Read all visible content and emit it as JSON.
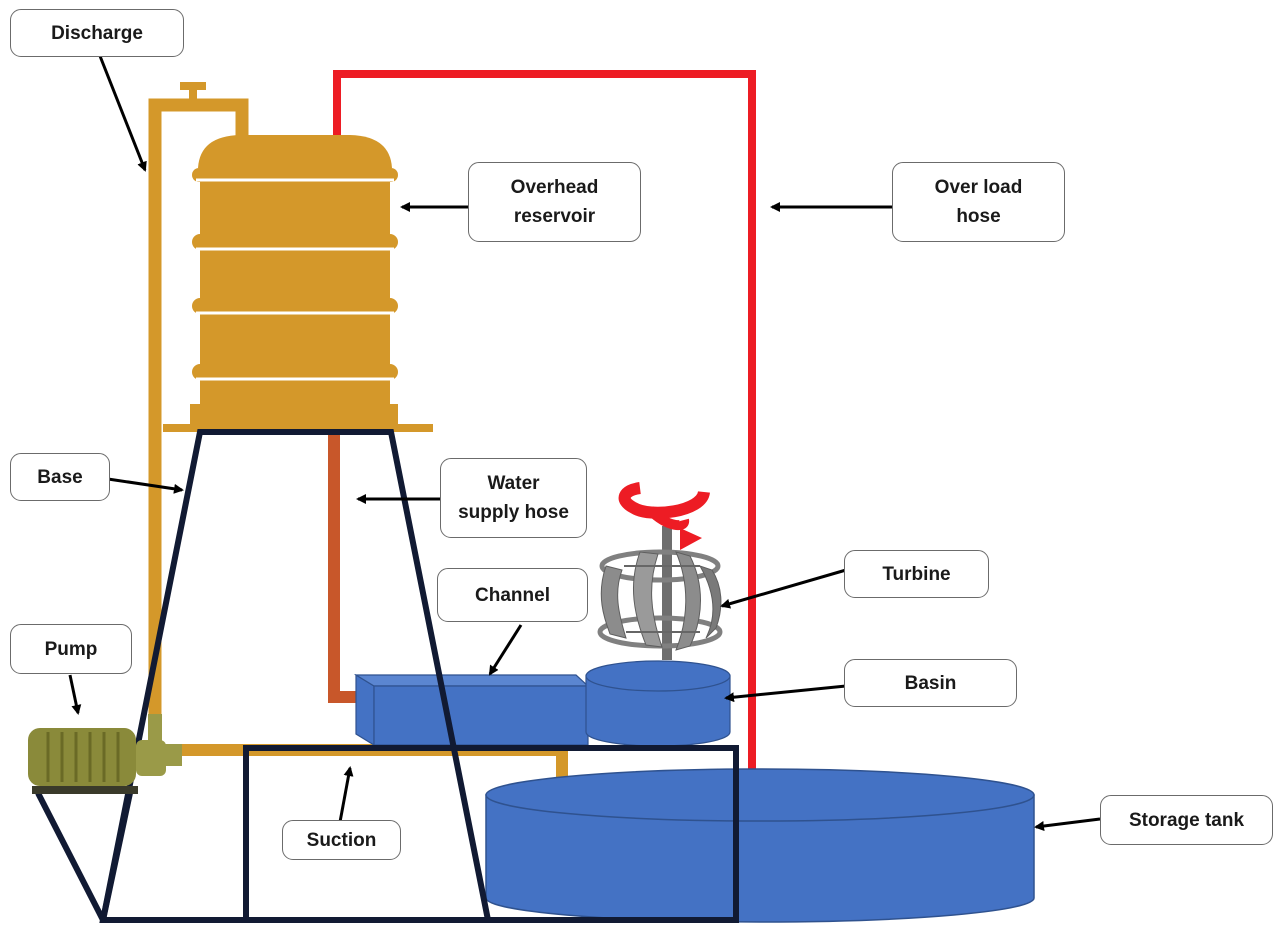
{
  "colors": {
    "pipe": "#D4982A",
    "tank_body": "#D4982A",
    "tank_band": "#ffffff",
    "overload_hose": "#ED1C24",
    "supply_hose": "#C8572A",
    "water_blue": "#4472C4",
    "water_edge": "#2F528F",
    "frame": "#111a33",
    "turbine": "#7f7f7f",
    "arrow": "#000000",
    "pump": "#8a8a3a"
  },
  "labels": {
    "discharge": "Discharge",
    "overhead_reservoir": [
      "Overhead",
      "reservoir"
    ],
    "over_load_hose": [
      "Over load",
      "hose"
    ],
    "base": "Base",
    "water_supply_hose": [
      "Water",
      "supply hose"
    ],
    "channel": "Channel",
    "turbine": "Turbine",
    "pump": "Pump",
    "basin": "Basin",
    "suction": "Suction",
    "storage_tank": "Storage tank"
  }
}
